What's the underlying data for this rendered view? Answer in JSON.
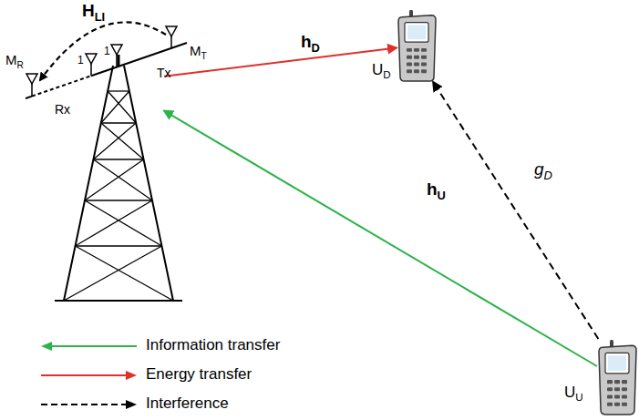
{
  "diagram": {
    "nodes": [
      {
        "text": [
          "Rx",
          "Tx"
        ]
      },
      {
        "text": [
          "UD"
        ]
      },
      {
        "text": [
          "UU"
        ]
      }
    ],
    "edges": [
      {
        "from": 0,
        "to": 1,
        "label": "hD",
        "arrow": "to"
      },
      {
        "from": 2,
        "to": 0,
        "label": "hU",
        "arrow": "to"
      },
      {
        "from": 2,
        "to": 1,
        "label": "gD",
        "arrow": "to"
      }
    ],
    "labels": [
      "HLI",
      "MR",
      "MT",
      "1",
      "1"
    ],
    "legend": [
      {
        "text": "Information transfer"
      },
      {
        "text": "Energy transfer"
      },
      {
        "text": "Interference"
      }
    ]
  }
}
